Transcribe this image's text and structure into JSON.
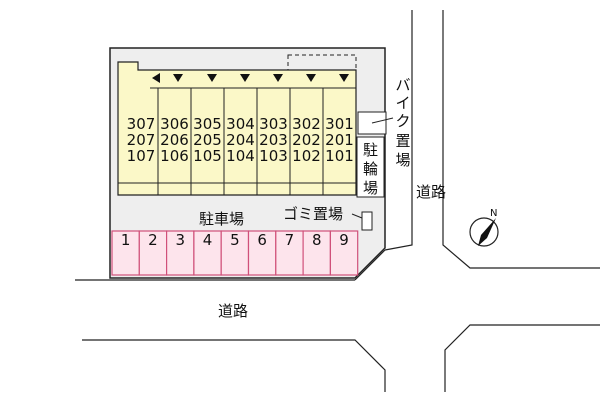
{
  "labels": {
    "road_bottom": "道路",
    "road_right": "道路",
    "parking": "駐車場",
    "garbage": "ゴミ置場",
    "bike_parking_chars": [
      "バ",
      "イ",
      "ク",
      "置",
      "場"
    ],
    "bicycle_parking_chars": [
      "駐",
      "輪",
      "場"
    ],
    "compass_letter": "N"
  },
  "building": {
    "columns": [
      [
        "307",
        "207",
        "107"
      ],
      [
        "306",
        "206",
        "106"
      ],
      [
        "305",
        "205",
        "105"
      ],
      [
        "304",
        "204",
        "104"
      ],
      [
        "303",
        "203",
        "103"
      ],
      [
        "302",
        "202",
        "102"
      ],
      [
        "301",
        "201",
        "101"
      ]
    ]
  },
  "parking_spaces": [
    "1",
    "2",
    "3",
    "4",
    "5",
    "6",
    "7",
    "8",
    "9"
  ],
  "colors": {
    "building_fill": "#fbf8c8",
    "parking_fill": "#fde4ec",
    "parking_stroke": "#d0507a",
    "lot_fill": "#eeeeee",
    "line": "#222222"
  }
}
